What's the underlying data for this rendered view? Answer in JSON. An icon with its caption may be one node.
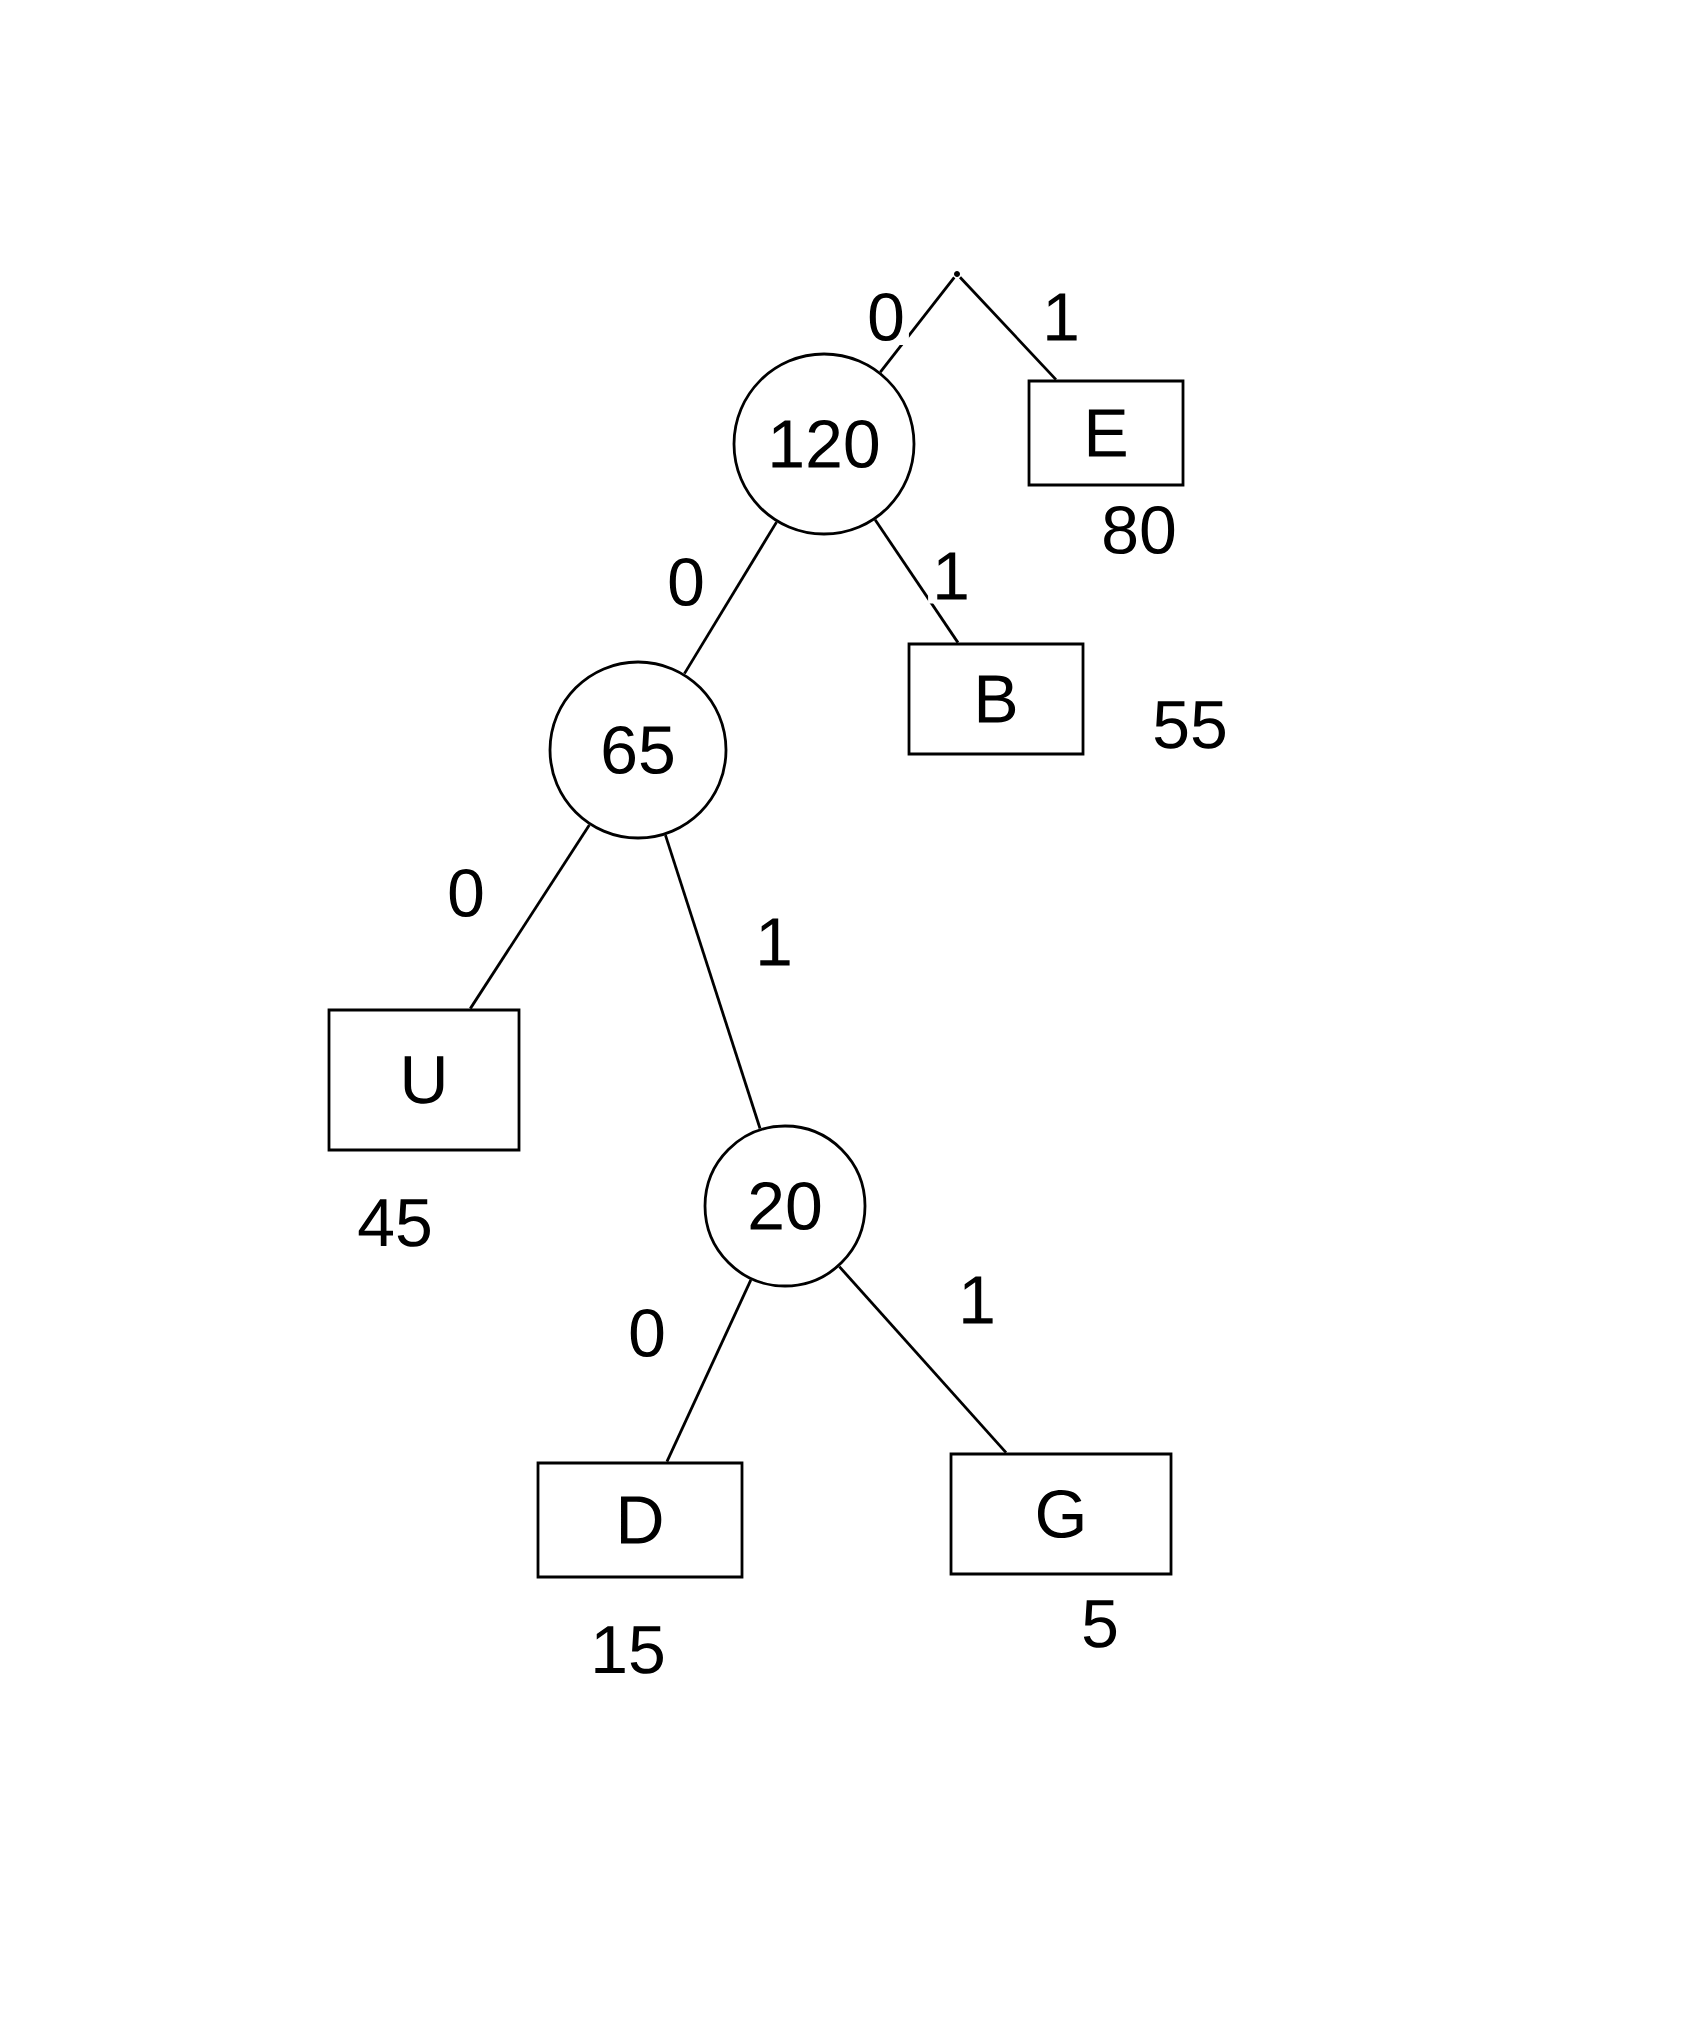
{
  "diagram": {
    "nodes": [
      {
        "text": [],
        "shape": "point"
      },
      {
        "text": [
          "120"
        ]
      },
      {
        "text": [
          "E"
        ],
        "beside": [
          "80"
        ]
      },
      {
        "text": [
          "65"
        ]
      },
      {
        "text": [
          "B"
        ],
        "beside": [
          "55"
        ]
      },
      {
        "text": [
          "U"
        ],
        "beside": [
          "45"
        ]
      },
      {
        "text": [
          "20"
        ]
      },
      {
        "text": [
          "D"
        ],
        "beside": [
          "15"
        ]
      },
      {
        "text": [
          "G"
        ],
        "beside": [
          "5"
        ]
      }
    ],
    "edges": [
      {
        "from": 0,
        "to": 1,
        "arrow": "none",
        "label": "0"
      },
      {
        "from": 0,
        "to": 2,
        "arrow": "none",
        "label": "1"
      },
      {
        "from": 1,
        "to": 3,
        "arrow": "none",
        "label": "0"
      },
      {
        "from": 1,
        "to": 4,
        "arrow": "none",
        "label": "1"
      },
      {
        "from": 3,
        "to": 5,
        "arrow": "none",
        "label": "0"
      },
      {
        "from": 3,
        "to": 6,
        "arrow": "none",
        "label": "1"
      },
      {
        "from": 6,
        "to": 7,
        "arrow": "none",
        "label": "0"
      },
      {
        "from": 6,
        "to": 8,
        "arrow": "none",
        "label": "1"
      }
    ]
  }
}
